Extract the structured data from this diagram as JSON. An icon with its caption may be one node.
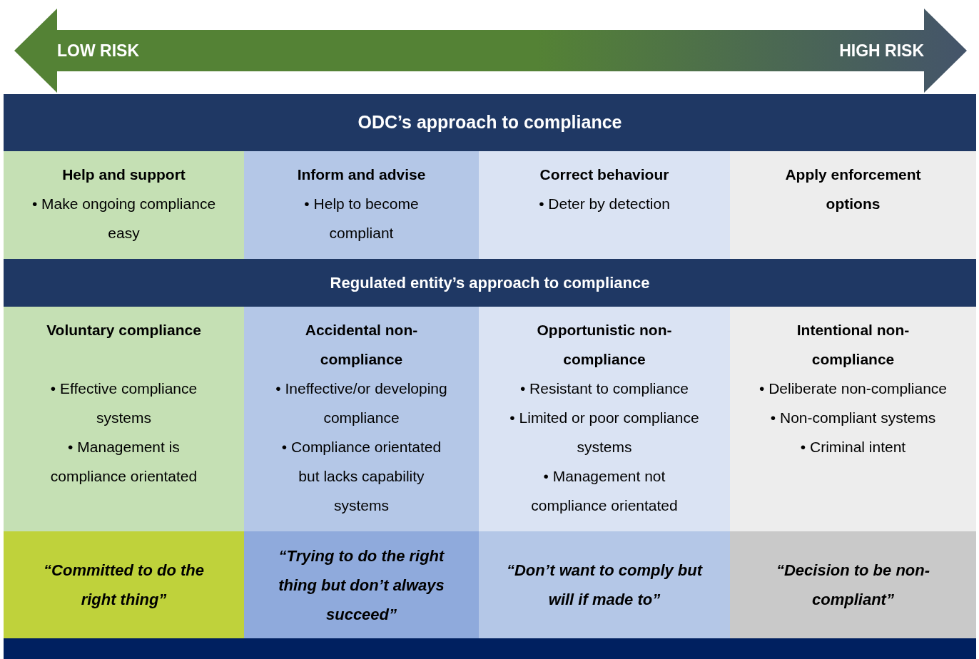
{
  "diagram": {
    "nodes": [
      {
        "text": [
          "LOW RISK",
          "HIGH RISK"
        ]
      },
      {
        "text": [
          "ODC’s approach to compliance"
        ]
      },
      {
        "text": [
          "Help and support",
          "• Make ongoing compliance easy"
        ]
      },
      {
        "text": [
          "Inform and advise",
          "•  Help to become compliant"
        ]
      },
      {
        "text": [
          "Correct behaviour",
          "• Deter by detection"
        ]
      },
      {
        "text": [
          "Apply enforcement options"
        ]
      },
      {
        "text": [
          "Regulated entity’s approach to compliance"
        ]
      },
      {
        "text": [
          "Voluntary compliance",
          "• Effective compliance systems",
          "• Management is compliance orientated"
        ]
      },
      {
        "text": [
          "Accidental non-compliance",
          "• Ineffective/or developing compliance",
          "• Compliance orientated but lacks capability systems"
        ]
      },
      {
        "text": [
          "Opportunistic non-compliance",
          "• Resistant to compliance",
          "• Limited or poor compliance systems",
          "• Management not compliance orientated"
        ]
      },
      {
        "text": [
          "Intentional non-compliance",
          "• Deliberate non-compliance",
          "• Non-compliant systems",
          "• Criminal intent"
        ]
      },
      {
        "text": [
          "“Committed to do the right thing”"
        ]
      },
      {
        "text": [
          "“Trying to do the right thing but don’t always succeed”"
        ]
      },
      {
        "text": [
          "“Don’t want to comply but will if made to”"
        ]
      },
      {
        "text": [
          "“Decision to be non-compliant”"
        ]
      },
      {
        "text": [],
        "shape": "bar"
      }
    ]
  }
}
